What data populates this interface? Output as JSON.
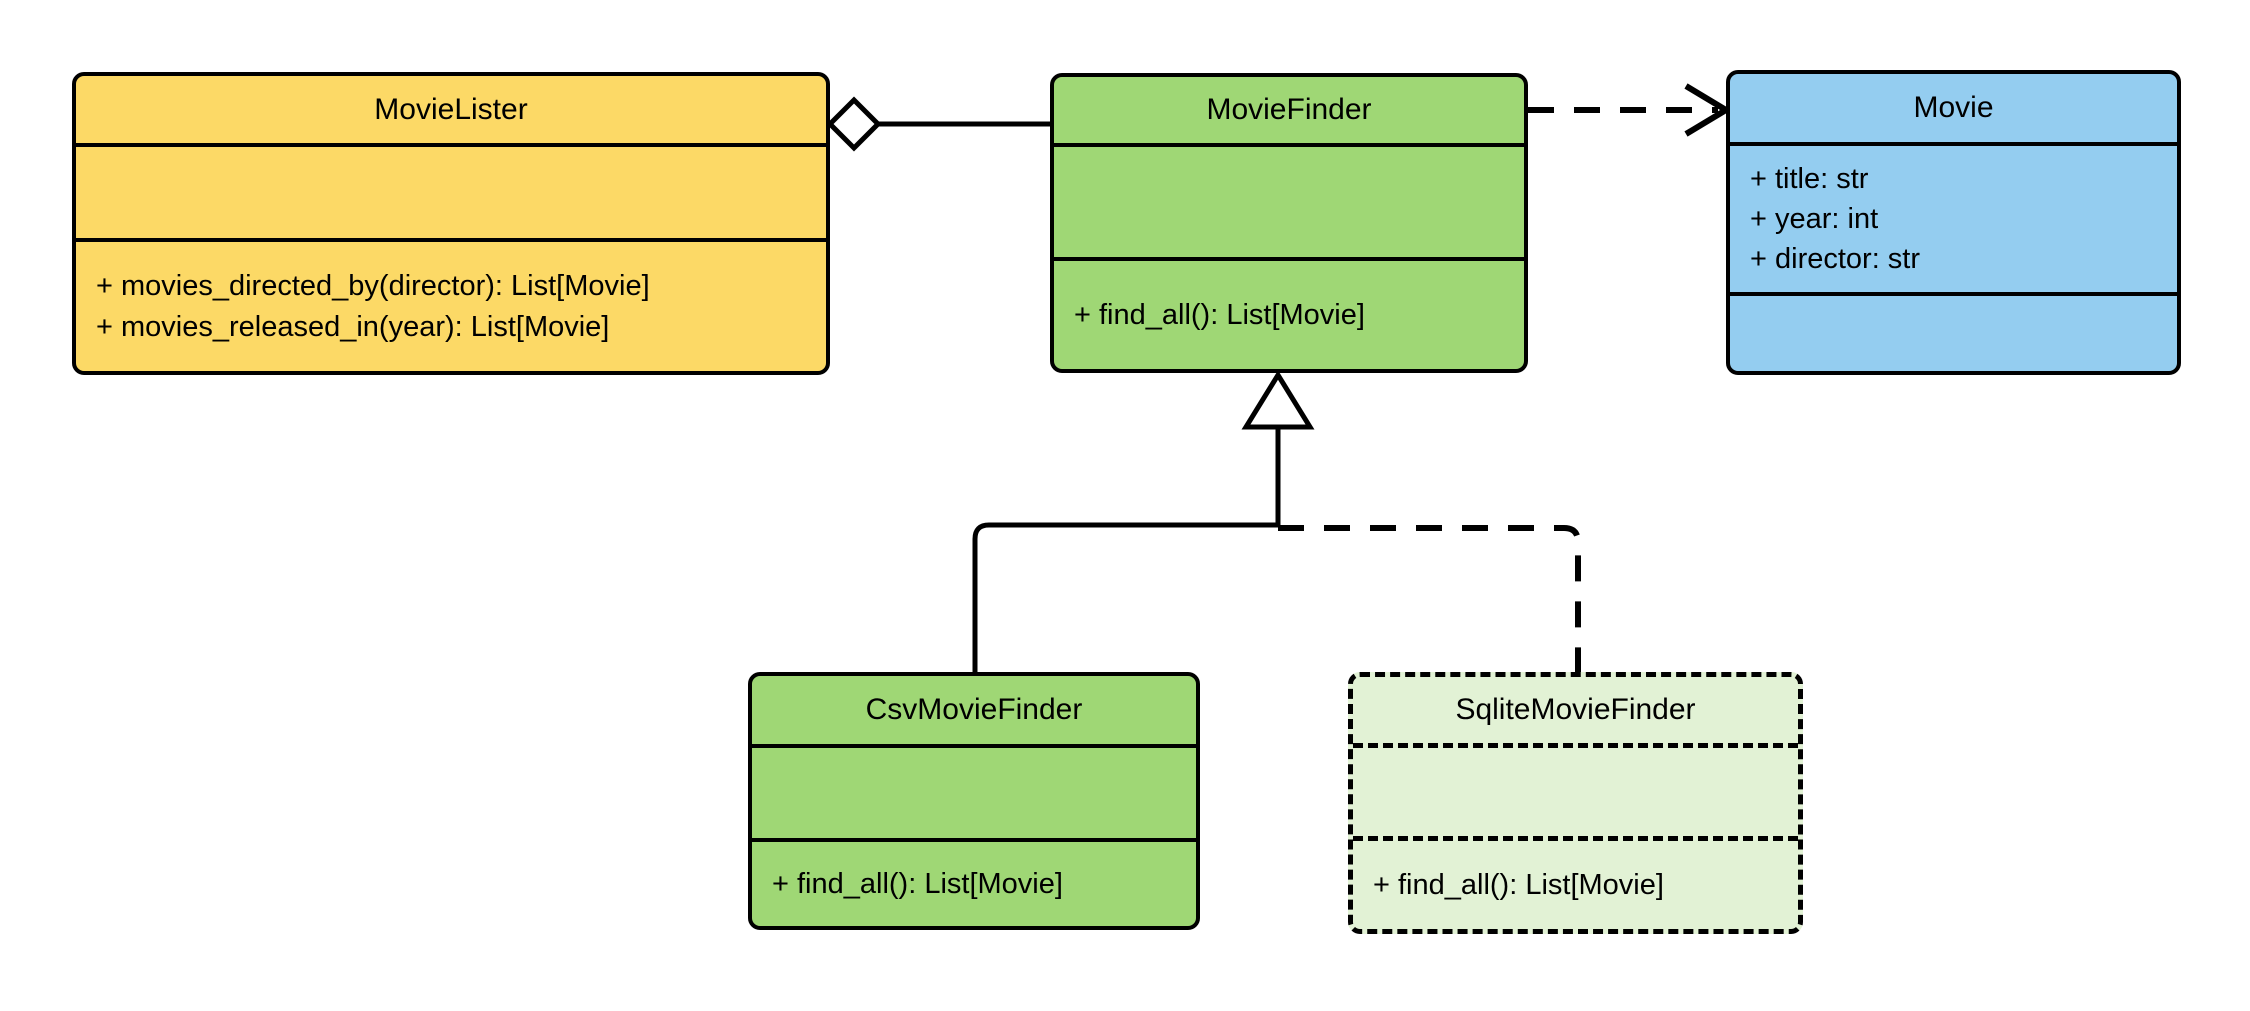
{
  "diagram": {
    "kind": "uml-class-diagram",
    "title": "MovieLister dependency injection class diagram",
    "background": "#ffffff",
    "line_color": "#000000"
  },
  "palette": {
    "client_yellow": "#FCD966",
    "interface_green": "#9FD775",
    "entity_blue": "#94CDF0",
    "planned_green": "#E2F2D5",
    "stroke": "#000000"
  },
  "classes": [
    {
      "id": "movie-lister",
      "name": "MovieLister",
      "fill": "#FCD966",
      "border_style": "solid",
      "attributes": [],
      "operations": [
        "+ movies_directed_by(director): List[Movie]",
        "+ movies_released_in(year): List[Movie]"
      ]
    },
    {
      "id": "movie-finder",
      "name": "MovieFinder",
      "fill": "#9FD775",
      "border_style": "solid",
      "attributes": [],
      "operations": [
        "+ find_all(): List[Movie]"
      ]
    },
    {
      "id": "movie",
      "name": "Movie",
      "fill": "#94CDF0",
      "border_style": "solid",
      "attributes": [
        "+ title: str",
        "+ year: int",
        "+ director: str"
      ],
      "operations": []
    },
    {
      "id": "csv-movie-finder",
      "name": "CsvMovieFinder",
      "fill": "#9FD775",
      "border_style": "solid",
      "attributes": [],
      "operations": [
        "+ find_all(): List[Movie]"
      ]
    },
    {
      "id": "sqlite-movie-finder",
      "name": "SqliteMovieFinder",
      "fill": "#E2F2D5",
      "border_style": "dashed",
      "attributes": [],
      "operations": [
        "+ find_all(): List[Movie]"
      ]
    }
  ],
  "relationships": [
    {
      "id": "aggregation-lister-finder",
      "type": "aggregation",
      "from": "MovieLister",
      "to": "MovieFinder",
      "line_style": "solid",
      "source_marker": "hollow-diamond",
      "target_marker": "none"
    },
    {
      "id": "dependency-finder-movie",
      "type": "dependency",
      "from": "MovieFinder",
      "to": "Movie",
      "line_style": "dashed",
      "source_marker": "none",
      "target_marker": "open-arrow"
    },
    {
      "id": "inheritance-csv-finder",
      "type": "generalization",
      "from": "CsvMovieFinder",
      "to": "MovieFinder",
      "line_style": "solid",
      "source_marker": "none",
      "target_marker": "hollow-triangle"
    },
    {
      "id": "inheritance-sqlite-finder",
      "type": "generalization",
      "from": "SqliteMovieFinder",
      "to": "MovieFinder",
      "line_style": "dashed",
      "source_marker": "none",
      "target_marker": "hollow-triangle"
    }
  ]
}
